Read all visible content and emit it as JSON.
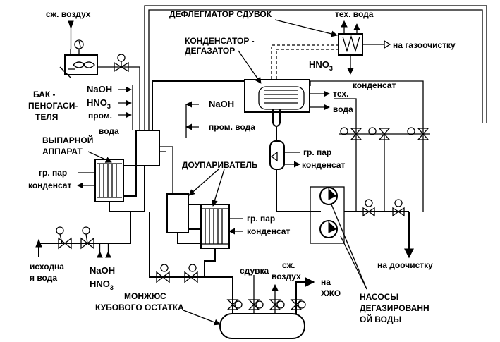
{
  "labels": {
    "compressed_air_top": "сж. воздух",
    "dephlegmator": "ДЕФЛЕГМАТОР СДУВОК",
    "process_water_top": "тех. вода",
    "condenser_degasser_1": "КОНДЕНСАТОР -",
    "condenser_degasser_2": "ДЕГАЗАТОР",
    "to_gas_cleaning": "на газоочистку",
    "hno3_top": "HNO",
    "hno3_top_sub": "3",
    "condensate_top": "конденсат",
    "naoh_left": "NaOH",
    "hno3_left": "HNO",
    "hno3_left_sub": "3",
    "prom_left": "пром.",
    "voda_left": "вода",
    "foam_tank_1": "БАК -",
    "foam_tank_2": "ПЕНОГАСИ-",
    "foam_tank_3": "ТЕЛЯ",
    "naoh_mid": "NaOH",
    "prom_voda_mid": "пром. вода",
    "tech_right": "тех.",
    "voda_right": "вода",
    "evaporator_1": "ВЫПАРНОЙ",
    "evaporator_2": "АППАРАТ",
    "steam_left": "гр. пар",
    "condensate_left": "конденсат",
    "post_evaporator": "ДОУПАРИВАТЕЛЬ",
    "steam_right": "гр. пар",
    "condensate_right": "конденсат",
    "steam_post": "гр. пар",
    "condensate_post": "конденсат",
    "source_water_1": "исходна",
    "source_water_2": "я вода",
    "naoh_bottom": "NaOH",
    "hno3_bottom": "HNO",
    "hno3_bottom_sub": "3",
    "montejus_1": "МОНЖЮС",
    "montejus_2": "КУБОВОГО ОСТАТКА",
    "blowdown": "сдувка",
    "compressed_air_bottom_1": "сж.",
    "compressed_air_bottom_2": "воздух",
    "to_lrw_1": "на",
    "to_lrw_2": "ХЖО",
    "to_post_cleaning": "на доочистку",
    "pumps_1": "НАСОСЫ",
    "pumps_2": "ДЕГАЗИРОВАНН",
    "pumps_3": "ОЙ ВОДЫ"
  }
}
